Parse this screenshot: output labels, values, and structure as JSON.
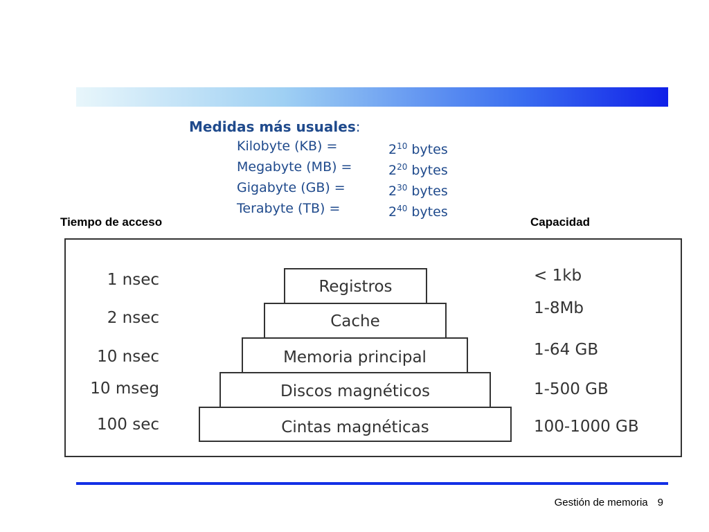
{
  "medidas": {
    "heading": "Medidas más usuales",
    "colon": ":",
    "items": [
      {
        "unit": "Kilobyte (KB) =",
        "base": "2",
        "exp": "10",
        "word": "bytes"
      },
      {
        "unit": "Megabyte (MB) =",
        "base": "2",
        "exp": "20",
        "word": "bytes"
      },
      {
        "unit": "Gigabyte (GB) =",
        "base": "2",
        "exp": "30",
        "word": "bytes"
      },
      {
        "unit": "Terabyte (TB) =",
        "base": "2",
        "exp": "40",
        "word": "bytes"
      }
    ],
    "color": "#1f4a8c"
  },
  "headers": {
    "access_time": "Tiempo de acceso",
    "capacity": "Capacidad"
  },
  "pyramid": {
    "access_times": [
      "1 nsec",
      "2 nsec",
      "10 nsec",
      "10 mseg",
      "100 sec"
    ],
    "levels": [
      "Registros",
      "Cache",
      "Memoria principal",
      "Discos magnéticos",
      "Cintas magnéticas"
    ],
    "capacities": [
      "< 1kb",
      "1-8Mb",
      "1-64 GB",
      "1-500 GB",
      "100-1000 GB"
    ]
  },
  "footer": {
    "title": "Gestión de memoria",
    "page": "9"
  },
  "colors": {
    "accent": "#1330e6",
    "gradient_start": "#e8f6fb",
    "gradient_end": "#1020e8"
  }
}
